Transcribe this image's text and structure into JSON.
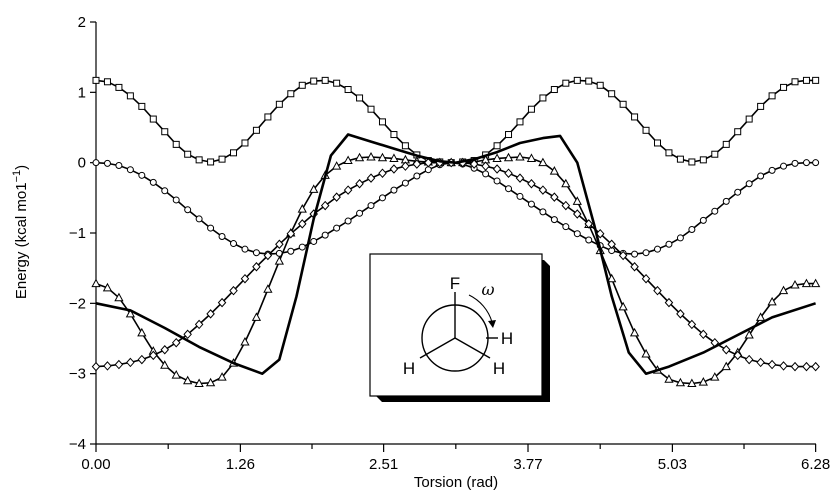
{
  "chart_data": {
    "type": "line",
    "title": "",
    "xlabel": "Torsion (rad)",
    "ylabel": "Energy (kcal mo1",
    "ylabel_sup": "−1",
    "ylabel_close": ")",
    "xlim": [
      0,
      6.2832
    ],
    "ylim": [
      -4,
      2
    ],
    "xticks": [
      0.0,
      1.26,
      2.51,
      3.77,
      5.03,
      6.28
    ],
    "xtick_labels": [
      "0.00",
      "1.26",
      "2.51",
      "3.77",
      "5.03",
      "6.28"
    ],
    "yticks": [
      -4,
      -3,
      -2,
      -1,
      0,
      1,
      2
    ],
    "ytick_labels": [
      "−4",
      "−3",
      "−2",
      "−1",
      "0",
      "1",
      "2"
    ],
    "grid": false,
    "legend": "none",
    "series": [
      {
        "marker": "square",
        "x": [
          0.0,
          0.1,
          0.2,
          0.3,
          0.4,
          0.5,
          0.6,
          0.7,
          0.8,
          0.9,
          1.0,
          1.1,
          1.2,
          1.3,
          1.4,
          1.5,
          1.6,
          1.7,
          1.8,
          1.9,
          2.0,
          2.1,
          2.2,
          2.3,
          2.4,
          2.5,
          2.6,
          2.7,
          2.8,
          2.9,
          3.0,
          3.1,
          3.2,
          3.3,
          3.4,
          3.5,
          3.6,
          3.7,
          3.8,
          3.9,
          4.0,
          4.1,
          4.2,
          4.3,
          4.4,
          4.5,
          4.6,
          4.7,
          4.8,
          4.9,
          5.0,
          5.1,
          5.2,
          5.3,
          5.4,
          5.5,
          5.6,
          5.7,
          5.8,
          5.9,
          6.0,
          6.1,
          6.2,
          6.28
        ],
        "y": [
          1.17,
          1.15,
          1.07,
          0.95,
          0.8,
          0.62,
          0.44,
          0.26,
          0.12,
          0.04,
          0.01,
          0.05,
          0.14,
          0.28,
          0.46,
          0.65,
          0.83,
          0.98,
          1.1,
          1.16,
          1.17,
          1.13,
          1.04,
          0.92,
          0.76,
          0.58,
          0.4,
          0.24,
          0.11,
          0.03,
          0.01,
          0.0,
          0.01,
          0.03,
          0.11,
          0.24,
          0.4,
          0.58,
          0.76,
          0.92,
          1.04,
          1.13,
          1.17,
          1.16,
          1.1,
          0.98,
          0.83,
          0.65,
          0.46,
          0.28,
          0.14,
          0.05,
          0.01,
          0.04,
          0.12,
          0.26,
          0.44,
          0.62,
          0.8,
          0.95,
          1.07,
          1.15,
          1.17,
          1.17
        ]
      },
      {
        "marker": "circle",
        "x": [
          0.0,
          0.1,
          0.2,
          0.3,
          0.4,
          0.5,
          0.6,
          0.7,
          0.8,
          0.9,
          1.0,
          1.1,
          1.2,
          1.3,
          1.4,
          1.5,
          1.6,
          1.7,
          1.8,
          1.9,
          2.0,
          2.1,
          2.2,
          2.3,
          2.4,
          2.5,
          2.6,
          2.7,
          2.8,
          2.9,
          3.0,
          3.1,
          3.2,
          3.3,
          3.4,
          3.5,
          3.6,
          3.7,
          3.8,
          3.9,
          4.0,
          4.1,
          4.2,
          4.3,
          4.4,
          4.5,
          4.6,
          4.7,
          4.8,
          4.9,
          5.0,
          5.1,
          5.2,
          5.3,
          5.4,
          5.5,
          5.6,
          5.7,
          5.8,
          5.9,
          6.0,
          6.1,
          6.2,
          6.28
        ],
        "y": [
          0.0,
          -0.01,
          -0.04,
          -0.1,
          -0.18,
          -0.28,
          -0.4,
          -0.53,
          -0.67,
          -0.8,
          -0.93,
          -1.05,
          -1.15,
          -1.23,
          -1.28,
          -1.3,
          -1.29,
          -1.26,
          -1.2,
          -1.12,
          -1.03,
          -0.93,
          -0.83,
          -0.72,
          -0.61,
          -0.5,
          -0.39,
          -0.29,
          -0.19,
          -0.1,
          -0.03,
          0.0,
          -0.02,
          -0.08,
          -0.16,
          -0.26,
          -0.37,
          -0.48,
          -0.59,
          -0.7,
          -0.81,
          -0.91,
          -1.01,
          -1.1,
          -1.18,
          -1.25,
          -1.29,
          -1.3,
          -1.28,
          -1.23,
          -1.16,
          -1.07,
          -0.95,
          -0.82,
          -0.69,
          -0.55,
          -0.42,
          -0.3,
          -0.19,
          -0.11,
          -0.05,
          -0.01,
          0.0,
          0.0
        ]
      },
      {
        "marker": "triangle",
        "x": [
          0.0,
          0.1,
          0.2,
          0.3,
          0.4,
          0.5,
          0.6,
          0.7,
          0.8,
          0.9,
          1.0,
          1.1,
          1.2,
          1.3,
          1.4,
          1.5,
          1.6,
          1.7,
          1.8,
          1.9,
          2.0,
          2.1,
          2.2,
          2.3,
          2.4,
          2.5,
          2.6,
          2.7,
          2.8,
          2.9,
          3.0,
          3.1,
          3.2,
          3.3,
          3.4,
          3.5,
          3.6,
          3.7,
          3.8,
          3.9,
          4.0,
          4.1,
          4.2,
          4.3,
          4.4,
          4.5,
          4.6,
          4.7,
          4.8,
          4.9,
          5.0,
          5.1,
          5.2,
          5.3,
          5.4,
          5.5,
          5.6,
          5.7,
          5.8,
          5.9,
          6.0,
          6.1,
          6.2,
          6.28
        ],
        "y": [
          -1.72,
          -1.78,
          -1.92,
          -2.15,
          -2.42,
          -2.68,
          -2.88,
          -3.02,
          -3.1,
          -3.14,
          -3.13,
          -3.05,
          -2.85,
          -2.55,
          -2.2,
          -1.8,
          -1.4,
          -1.0,
          -0.66,
          -0.38,
          -0.18,
          -0.05,
          0.03,
          0.07,
          0.08,
          0.07,
          0.06,
          0.04,
          0.02,
          0.01,
          0.0,
          0.0,
          0.0,
          0.01,
          0.04,
          0.06,
          0.07,
          0.08,
          0.06,
          0.0,
          -0.12,
          -0.3,
          -0.55,
          -0.88,
          -1.25,
          -1.65,
          -2.05,
          -2.42,
          -2.72,
          -2.95,
          -3.08,
          -3.13,
          -3.14,
          -3.12,
          -3.05,
          -2.9,
          -2.7,
          -2.45,
          -2.2,
          -1.98,
          -1.82,
          -1.74,
          -1.72,
          -1.72
        ]
      },
      {
        "marker": "diamond",
        "x": [
          0.0,
          0.1,
          0.2,
          0.3,
          0.4,
          0.5,
          0.6,
          0.7,
          0.8,
          0.9,
          1.0,
          1.1,
          1.2,
          1.3,
          1.4,
          1.5,
          1.6,
          1.7,
          1.8,
          1.9,
          2.0,
          2.1,
          2.2,
          2.3,
          2.4,
          2.5,
          2.6,
          2.7,
          2.8,
          2.9,
          3.0,
          3.1,
          3.2,
          3.3,
          3.4,
          3.5,
          3.6,
          3.7,
          3.8,
          3.9,
          4.0,
          4.1,
          4.2,
          4.3,
          4.4,
          4.5,
          4.6,
          4.7,
          4.8,
          4.9,
          5.0,
          5.1,
          5.2,
          5.3,
          5.4,
          5.5,
          5.6,
          5.7,
          5.8,
          5.9,
          6.0,
          6.1,
          6.2,
          6.28
        ],
        "y": [
          -2.9,
          -2.89,
          -2.87,
          -2.84,
          -2.8,
          -2.74,
          -2.66,
          -2.56,
          -2.44,
          -2.3,
          -2.15,
          -1.99,
          -1.82,
          -1.65,
          -1.48,
          -1.32,
          -1.16,
          -1.01,
          -0.87,
          -0.73,
          -0.61,
          -0.49,
          -0.39,
          -0.3,
          -0.22,
          -0.15,
          -0.09,
          -0.05,
          -0.02,
          0.0,
          0.0,
          0.0,
          0.0,
          -0.02,
          -0.05,
          -0.09,
          -0.15,
          -0.22,
          -0.3,
          -0.39,
          -0.49,
          -0.61,
          -0.73,
          -0.87,
          -1.01,
          -1.16,
          -1.32,
          -1.48,
          -1.65,
          -1.82,
          -1.99,
          -2.15,
          -2.3,
          -2.44,
          -2.56,
          -2.66,
          -2.74,
          -2.8,
          -2.84,
          -2.87,
          -2.89,
          -2.9,
          -2.9,
          -2.9
        ]
      },
      {
        "marker": "none",
        "x": [
          0.0,
          0.3,
          0.6,
          0.9,
          1.2,
          1.45,
          1.6,
          1.75,
          1.9,
          2.05,
          2.2,
          2.4,
          2.6,
          2.8,
          3.0,
          3.14,
          3.3,
          3.5,
          3.7,
          3.9,
          4.05,
          4.2,
          4.35,
          4.5,
          4.65,
          4.8,
          5.0,
          5.3,
          5.6,
          5.9,
          6.28
        ],
        "y": [
          -2.0,
          -2.1,
          -2.35,
          -2.62,
          -2.85,
          -3.0,
          -2.8,
          -1.9,
          -0.8,
          0.1,
          0.4,
          0.3,
          0.2,
          0.1,
          0.02,
          0.0,
          0.05,
          0.15,
          0.28,
          0.35,
          0.38,
          0.0,
          -0.9,
          -1.9,
          -2.7,
          -3.0,
          -2.9,
          -2.7,
          -2.45,
          -2.2,
          -2.0
        ]
      }
    ]
  },
  "inset": {
    "top_atom": "F",
    "right_atom": "H",
    "lower_right_atom": "H",
    "lower_left_atom": "H",
    "angle_symbol": "ω"
  }
}
